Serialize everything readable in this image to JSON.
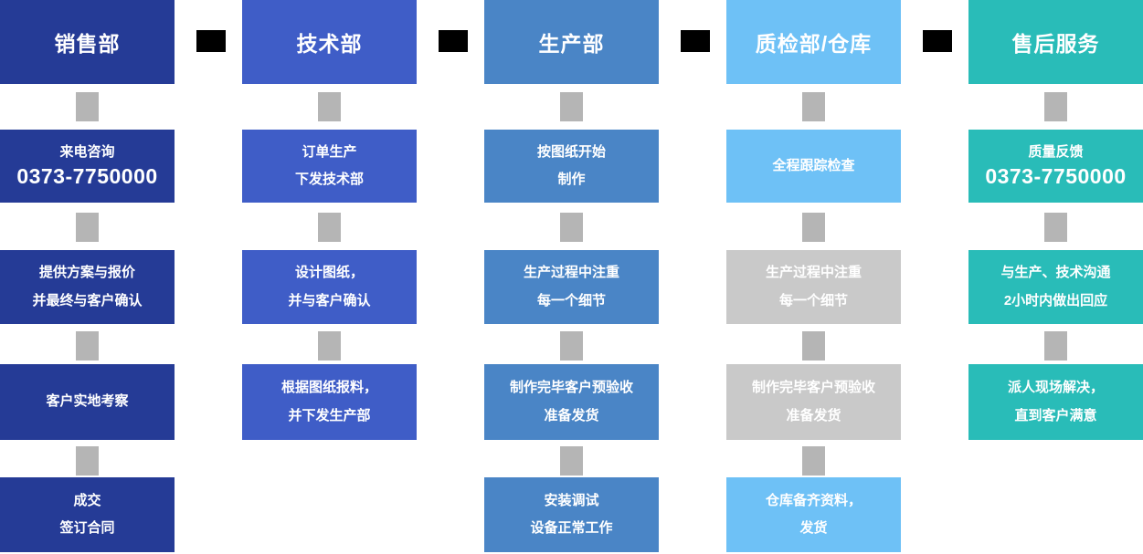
{
  "diagram": {
    "title": "service-process-flow",
    "columns": [
      {
        "id": "sales",
        "header": "销售部",
        "boxes": [
          {
            "lines": [
              "来电咨询",
              "0373-7750000"
            ]
          },
          {
            "lines": [
              "提供方案与报价",
              "并最终与客户确认"
            ]
          },
          {
            "lines": [
              "客户实地考察"
            ]
          },
          {
            "lines": [
              "成交",
              "签订合同"
            ]
          }
        ]
      },
      {
        "id": "tech",
        "header": "技术部",
        "boxes": [
          {
            "lines": [
              "订单生产",
              "下发技术部"
            ]
          },
          {
            "lines": [
              "设计图纸，",
              "并与客户确认"
            ]
          },
          {
            "lines": [
              "根据图纸报料，",
              "并下发生产部"
            ]
          }
        ]
      },
      {
        "id": "production",
        "header": "生产部",
        "boxes": [
          {
            "lines": [
              "按图纸开始",
              "制作"
            ]
          },
          {
            "lines": [
              "生产过程中注重",
              "每一个细节"
            ]
          },
          {
            "lines": [
              "制作完毕客户预验收",
              "准备发货"
            ]
          },
          {
            "lines": [
              "安装调试",
              "设备正常工作"
            ]
          }
        ]
      },
      {
        "id": "qc-warehouse",
        "header": "质检部/仓库",
        "boxes": [
          {
            "lines": [
              "全程跟踪检查"
            ]
          },
          {
            "lines": [
              "生产过程中注重",
              "每一个细节"
            ],
            "variant": "gray"
          },
          {
            "lines": [
              "制作完毕客户预验收",
              "准备发货"
            ],
            "variant": "gray"
          },
          {
            "lines": [
              "仓库备齐资料，",
              "发货"
            ]
          }
        ]
      },
      {
        "id": "after-sales",
        "header": "售后服务",
        "boxes": [
          {
            "lines": [
              "质量反馈",
              "0373-7750000"
            ]
          },
          {
            "lines": [
              "与生产、技术沟通",
              "2小时内做出回应"
            ]
          },
          {
            "lines": [
              "派人现场解决，",
              "直到客户满意"
            ]
          }
        ]
      }
    ],
    "colors": {
      "sales": "#253B96",
      "tech": "#3F5DC7",
      "production": "#4A85C6",
      "qc_warehouse": "#6EC1F6",
      "after_sales": "#29BCB8",
      "disabled_box": "#C9C9C9",
      "vertical_connector": "#B5B5B5",
      "header_link_block": "#000000",
      "text": "#FFFFFF"
    }
  }
}
